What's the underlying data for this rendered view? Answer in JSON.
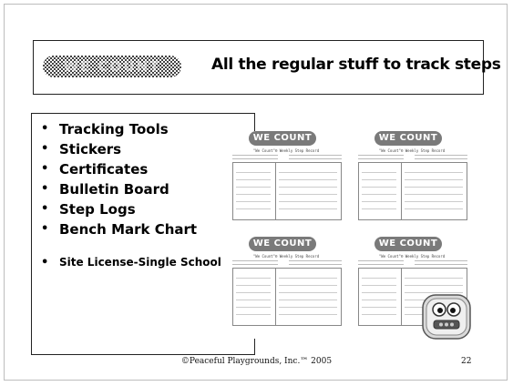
{
  "header": {
    "logo_text": "WE COUNT",
    "title": "All the regular stuff to track steps"
  },
  "list": {
    "items": [
      "Tracking Tools",
      "Stickers",
      "Certificates",
      "Bulletin Board",
      "Step Logs",
      "Bench Mark Chart"
    ],
    "extra_item": "Site License-Single School Site"
  },
  "worksheets": {
    "badge_text": "WE COUNT",
    "caption": "\"We Count\"® Weekly Step Record"
  },
  "icons": {
    "mascot": "pedometer-mascot-icon",
    "logo": "we-count-logo-icon"
  },
  "colors": {
    "badge_gray": "#7a7a7a",
    "border": "#222222"
  },
  "footer": {
    "copyright": "©Peaceful Playgrounds, Inc.™ 2005",
    "page_number": "22"
  }
}
